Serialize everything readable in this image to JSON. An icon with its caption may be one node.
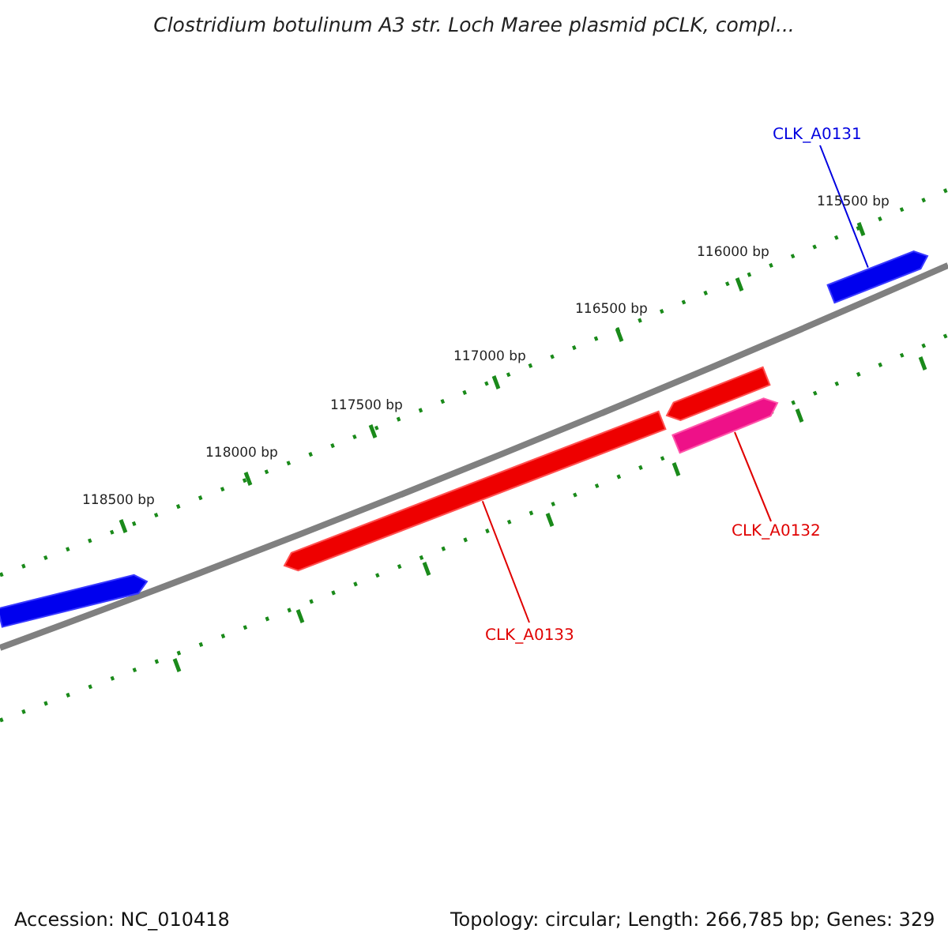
{
  "diagram": {
    "title": "Clostridium botulinum A3 str. Loch Maree plasmid pCLK, compl...",
    "nodes": [
      {
        "text": [
          "CLK_A0131"
        ]
      },
      {
        "text": [
          "CLK_A0132"
        ]
      },
      {
        "text": [
          "CLK_A0133"
        ]
      },
      {
        "text": [],
        "shape": "bar"
      },
      {
        "text": [],
        "shape": "bar"
      },
      {
        "text": [],
        "shape": "bar"
      },
      {
        "text": [],
        "shape": "bar"
      },
      {
        "text": [],
        "shape": "bar"
      }
    ],
    "edges": [
      {
        "from": 0,
        "to": 7,
        "arrow": "none",
        "color": "#0000e0"
      },
      {
        "from": 1,
        "to": 6,
        "arrow": "none"
      },
      {
        "from": 2,
        "to": 4,
        "arrow": "none"
      }
    ],
    "labels": [
      "115500 bp",
      "116000 bp",
      "116500 bp",
      "117000 bp",
      "117500 bp",
      "118000 bp",
      "118500 bp",
      "Accession: NC_010418",
      "Topology: circular; Length: 266,785 bp; Genes: 329"
    ]
  }
}
